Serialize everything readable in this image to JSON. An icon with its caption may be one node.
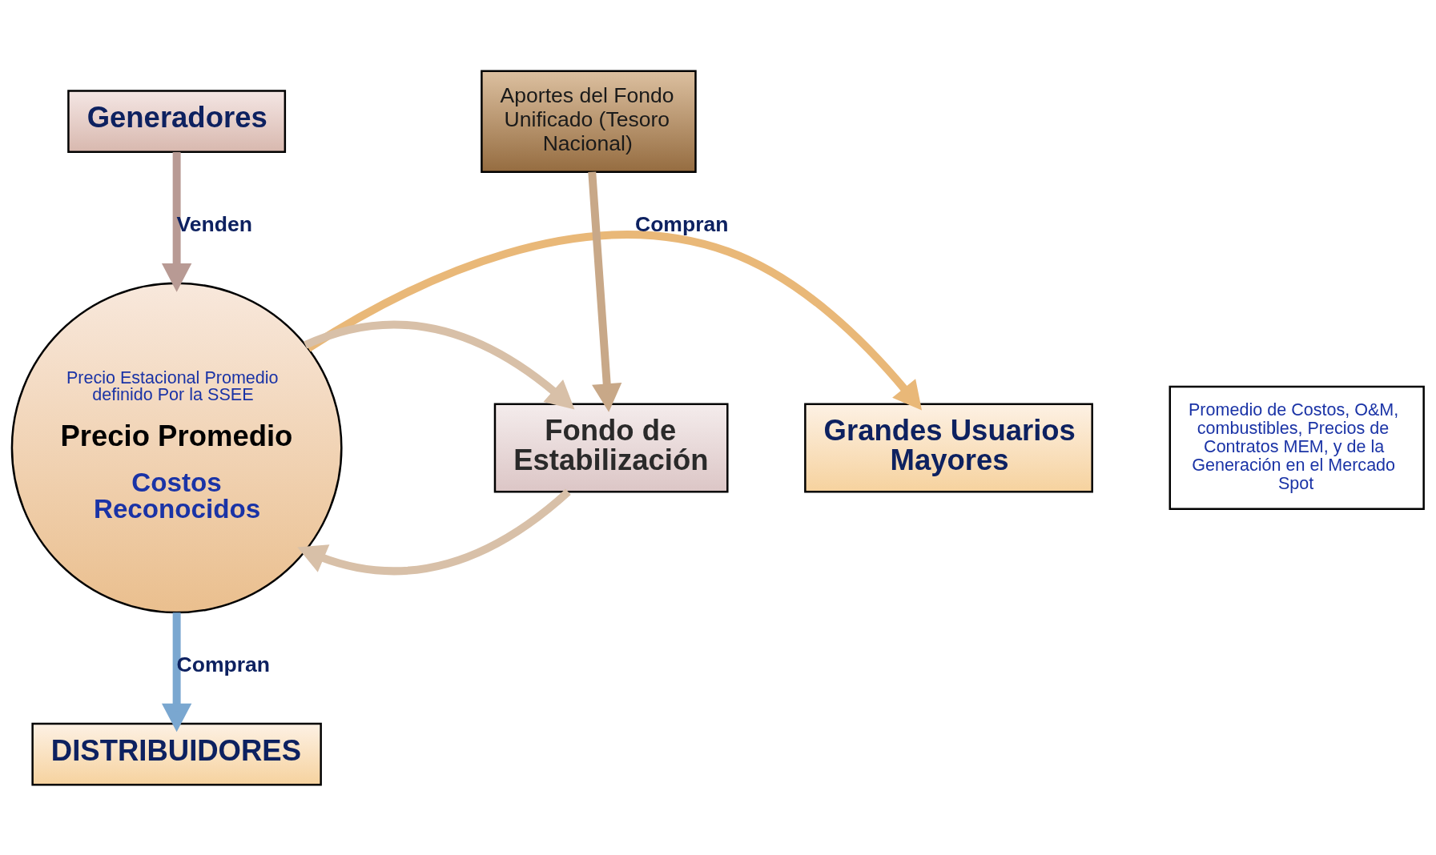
{
  "diagram": {
    "nodes": [
      {
        "text": [
          "DISTRIBUIDORES"
        ]
      },
      {
        "text": [
          "Grandes Usuarios Mayores"
        ]
      },
      {
        "text": [
          "Precio Estacional Promedio definido Por la SSEE",
          "Precio Promedio",
          "Costos Reconocidos"
        ]
      },
      {
        "text": [
          "Promedio de Costos, O&M, combustibles, Precios de Contratos MEM, y de la Generación en el Mercado Spot"
        ]
      },
      {
        "text": [
          "Fondo de Estabilización"
        ]
      },
      {
        "text": [
          "Generadores"
        ]
      },
      {
        "text": [
          "Aportes del Fondo Unificado (Tesoro Nacional)"
        ]
      }
    ],
    "edges": [
      {
        "from": 2,
        "to": 0,
        "arrow": "to",
        "label": "Compran",
        "color": "#7aa7d0"
      },
      {
        "from": 2,
        "to": 1,
        "arrow": "to",
        "label": "Compran",
        "color": "#e9b878"
      },
      {
        "from": 5,
        "to": 2,
        "arrow": "to",
        "label": "Venden",
        "color": "#b89a94"
      },
      {
        "from": 4,
        "to": 2,
        "arrow": "to",
        "color": "#d8c0a8"
      },
      {
        "from": 2,
        "to": 4,
        "arrow": "to",
        "color": "#d8c0a8"
      },
      {
        "from": 6,
        "to": 4,
        "arrow": "to",
        "color": "#c8a888"
      }
    ]
  }
}
